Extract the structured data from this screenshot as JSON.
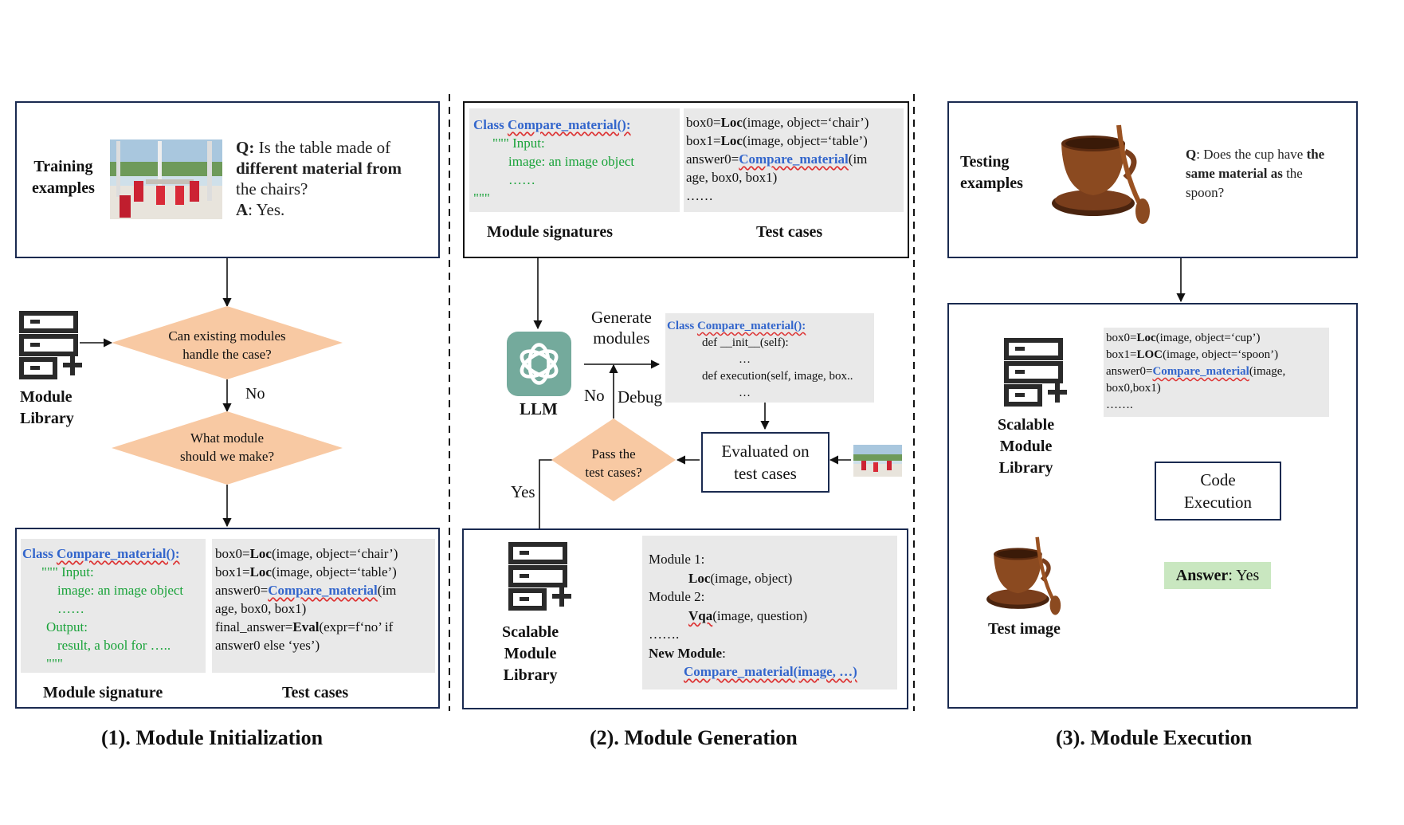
{
  "panels": {
    "p1": {
      "title": "(1). Module Initialization",
      "training_label_1": "Training",
      "training_label_2": "examples",
      "question_prefix": "Q:",
      "question_l1": "Is the table made of",
      "question_l2": "different material from",
      "question_l3": "the chairs?",
      "answer_prefix": "A",
      "answer": ": Yes.",
      "decision1_l1": "Can existing modules",
      "decision1_l2": "handle the case?",
      "no_label": "No",
      "decision2_l1": "What module",
      "decision2_l2": "should we make?",
      "library_l1": "Module",
      "library_l2": "Library",
      "sig": {
        "class_kw": "Class",
        "class_name": "Compare_material():",
        "l2": "\"\"\" Input:",
        "l3": "image: an image object",
        "l4": "……",
        "l5": "Output:",
        "l6": "result, a bool for …..",
        "l7": "\"\"\""
      },
      "tc": {
        "l1a": "box0=",
        "l1b": "Loc",
        "l1c": "(image, object=‘chair’)",
        "l2a": "box1=",
        "l2b": "Loc",
        "l2c": "(image, object=‘table’)",
        "l3a": "answer0=",
        "l3b": "Compare_material",
        "l3c": "(im",
        "l4": "age, box0, box1)",
        "l5a": "final_answer=",
        "l5b": "Eval",
        "l5c": "(expr=f‘no’ if",
        "l6": "answer0 else ‘yes’)"
      },
      "sig_caption": "Module signature",
      "tc_caption": "Test cases"
    },
    "p2": {
      "title": "(2). Module Generation",
      "sig": {
        "class_kw": "Class",
        "class_name": "Compare_material():",
        "l2": "\"\"\" Input:",
        "l3": "image: an image object",
        "l4": "……",
        "l5": "\"\"\""
      },
      "tc": {
        "l1a": "box0=",
        "l1b": "Loc",
        "l1c": "(image, object=‘chair’)",
        "l2a": "box1=",
        "l2b": "Loc",
        "l2c": "(image, object=‘table’)",
        "l3a": "answer0=",
        "l3b": "Compare_material",
        "l3c": "(im",
        "l4": "age, box0, box1)",
        "l5": "……"
      },
      "sig_caption": "Module signatures",
      "tc_caption": "Test cases",
      "llm_label": "LLM",
      "generate_l1": "Generate",
      "generate_l2": "modules",
      "gen_code": {
        "class_kw": "Class",
        "class_name": "Compare_material():",
        "l2": "def __init__(self):",
        "l3": "…",
        "l4": "def execution(self, image, box..",
        "l5": "…"
      },
      "no_label": "No",
      "debug_label": "Debug",
      "decision_l1": "Pass the",
      "decision_l2": "test cases?",
      "eval_l1": "Evaluated on",
      "eval_l2": "test cases",
      "yes_label": "Yes",
      "library_l1": "Scalable",
      "library_l2": "Module",
      "library_l3": "Library",
      "modules": {
        "m1": "Module 1:",
        "m1f": "Loc",
        "m1a": "(image, object)",
        "m2": "Module 2:",
        "m2f": "Vqa",
        "m2a": "(image, question)",
        "dots": "…….",
        "newm": "New Module",
        "newm_colon": ":",
        "newf": "Compare_material(image, …)"
      }
    },
    "p3": {
      "title": "(3). Module Execution",
      "testing_l1": "Testing",
      "testing_l2": "examples",
      "q_prefix": "Q",
      "q_l1": ": Does the cup have",
      "q_l1b": "the",
      "q_l2a": "same material",
      "q_l2b": "as",
      "q_l2c": "the",
      "q_l3": "spoon?",
      "code": {
        "l1a": "box0=",
        "l1b": "Loc",
        "l1c": "(image, object=‘cup’)",
        "l2a": "box1=",
        "l2b": "LOC",
        "l2c": "(image, object=‘spoon’)",
        "l3a": "answer0=",
        "l3b": "Compare_material",
        "l3c": "(image,",
        "l4": "box0,box1)",
        "l5": "……."
      },
      "library_l1": "Scalable",
      "library_l2": "Module",
      "library_l3": "Library",
      "exec_l1": "Code",
      "exec_l2": "Execution",
      "answer_prefix": "Answer",
      "answer_value": ": Yes",
      "test_image_label": "Test image"
    }
  },
  "colors": {
    "diamond": "#f8c9a3",
    "border_blue": "#1a2a50",
    "code_gray": "#e9e9e9",
    "code_blue": "#3366cc",
    "code_green": "#1aa33a",
    "answer_bg": "#c9e7c0",
    "llm_teal": "#74aa9c"
  },
  "icons": [
    "module-library-icon",
    "openai-logo-icon",
    "dining-room-photo",
    "wooden-cup-photo"
  ]
}
